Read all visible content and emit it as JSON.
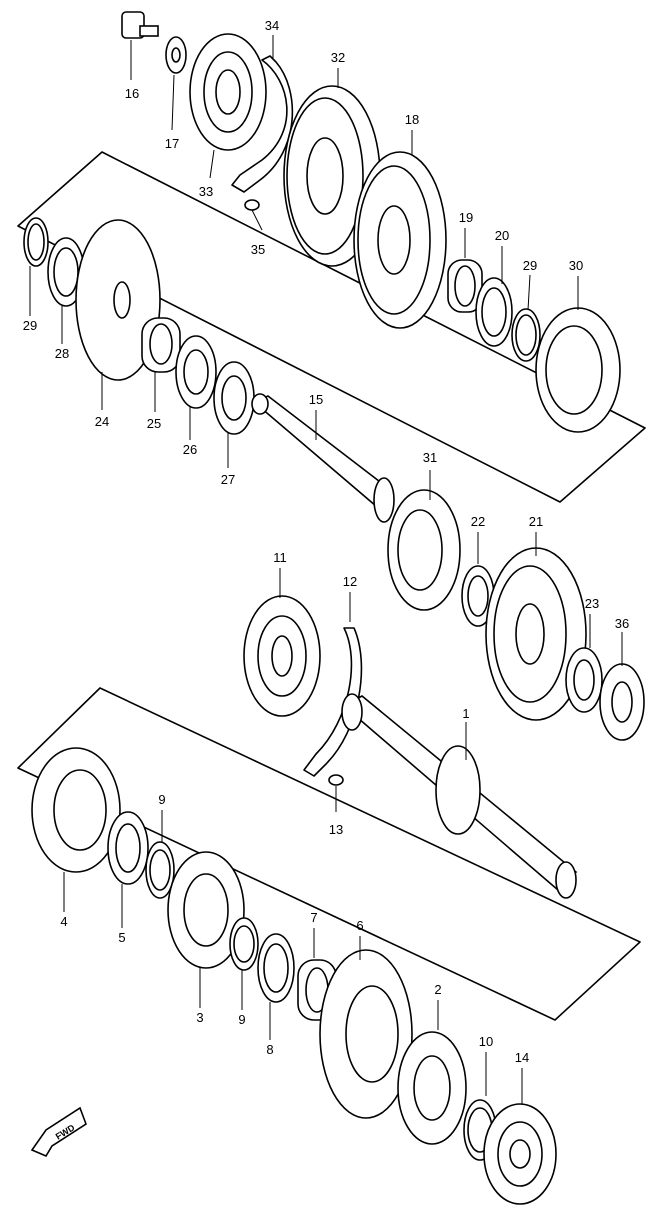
{
  "diagram": {
    "labels": {
      "p1": "1",
      "p2": "2",
      "p3": "3",
      "p4": "4",
      "p5": "5",
      "p6": "6",
      "p7": "7",
      "p8": "8",
      "p9a": "9",
      "p9b": "9",
      "p10": "10",
      "p11": "11",
      "p12": "12",
      "p13": "13",
      "p14": "14",
      "p15": "15",
      "p16": "16",
      "p17": "17",
      "p18": "18",
      "p19": "19",
      "p20": "20",
      "p21": "21",
      "p22": "22",
      "p23": "23",
      "p24": "24",
      "p25": "25",
      "p26": "26",
      "p27": "27",
      "p28": "28",
      "p29a": "29",
      "p29b": "29",
      "p30": "30",
      "p31": "31",
      "p32": "32",
      "p33": "33",
      "p34": "34",
      "p35": "35",
      "p36": "36"
    },
    "fwd_label": "FWD"
  }
}
